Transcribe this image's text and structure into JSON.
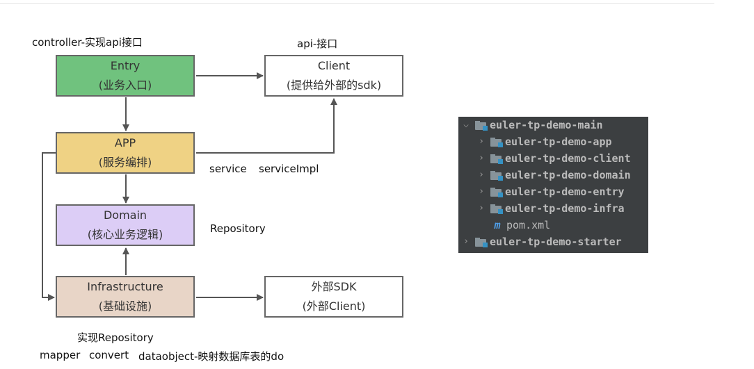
{
  "labels": {
    "controller": "controller-实现api接口",
    "api": "api-接口",
    "service": "service",
    "serviceImpl": "serviceImpl",
    "repository": "Repository",
    "implRepository": "实现Repository",
    "mapper": "mapper",
    "convert": "convert",
    "dataobject": "dataobject-映射数据库表的do"
  },
  "boxes": {
    "entry": {
      "title": "Entry",
      "subtitle": "(业务入口)",
      "color": "#70c27e"
    },
    "client": {
      "title": "Client",
      "subtitle": "(提供给外部的sdk)",
      "color": "#ffffff"
    },
    "app": {
      "title": "APP",
      "subtitle": "(服务编排)",
      "color": "#efd284"
    },
    "domain": {
      "title": "Domain",
      "subtitle": "(核心业务逻辑)",
      "color": "#dccdf6"
    },
    "infra": {
      "title": "Infrastructure",
      "subtitle": "(基础设施)",
      "color": "#e8d5c7"
    },
    "external": {
      "title": "外部SDK",
      "subtitle": "(外部Client)",
      "color": "#ffffff"
    }
  },
  "tree": {
    "items": [
      {
        "name": "euler-tp-demo-main",
        "expanded": true,
        "icon": "module-folder-icon"
      },
      {
        "name": "euler-tp-demo-app",
        "expanded": false,
        "icon": "module-folder-icon"
      },
      {
        "name": "euler-tp-demo-client",
        "expanded": false,
        "icon": "module-folder-icon"
      },
      {
        "name": "euler-tp-demo-domain",
        "expanded": false,
        "icon": "module-folder-icon"
      },
      {
        "name": "euler-tp-demo-entry",
        "expanded": false,
        "icon": "module-folder-icon"
      },
      {
        "name": "euler-tp-demo-infra",
        "expanded": false,
        "icon": "module-folder-icon"
      },
      {
        "name": "pom.xml",
        "icon": "maven-icon",
        "glyph": "m"
      },
      {
        "name": "euler-tp-demo-starter",
        "expanded": false,
        "icon": "module-folder-icon"
      }
    ]
  }
}
